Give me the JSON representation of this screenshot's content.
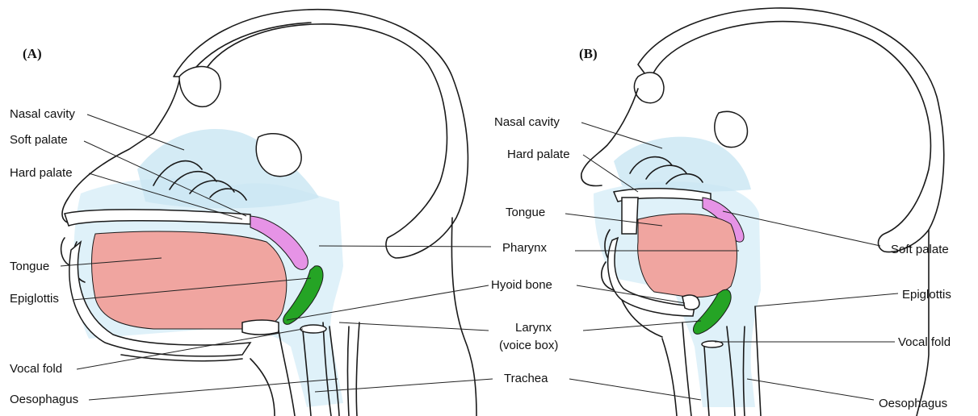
{
  "panels": {
    "a": "(A)",
    "b": "(B)"
  },
  "labels": {
    "a_nasal_cavity": "Nasal cavity",
    "a_soft_palate": "Soft palate",
    "a_hard_palate": "Hard palate",
    "a_tongue": "Tongue",
    "a_epiglottis": "Epiglottis",
    "a_vocal_fold": "Vocal fold",
    "a_oesophagus": "Oesophagus",
    "pharynx": "Pharynx",
    "hyoid_bone": "Hyoid bone",
    "larynx_1": "Larynx",
    "larynx_2": "(voice box)",
    "trachea": "Trachea",
    "b_nasal_cavity": "Nasal cavity",
    "b_hard_palate": "Hard palate",
    "b_tongue": "Tongue",
    "b_soft_palate": "Soft palate",
    "b_epiglottis": "Epiglottis",
    "b_vocal_fold": "Vocal fold",
    "b_oesophagus": "Oesophagus"
  },
  "colors": {
    "tongue": "#f0a5a0",
    "soft_palate": "#e693e6",
    "epiglottis": "#25a425",
    "airway": "#d9eef8",
    "nasal": "#c9e6f2"
  }
}
